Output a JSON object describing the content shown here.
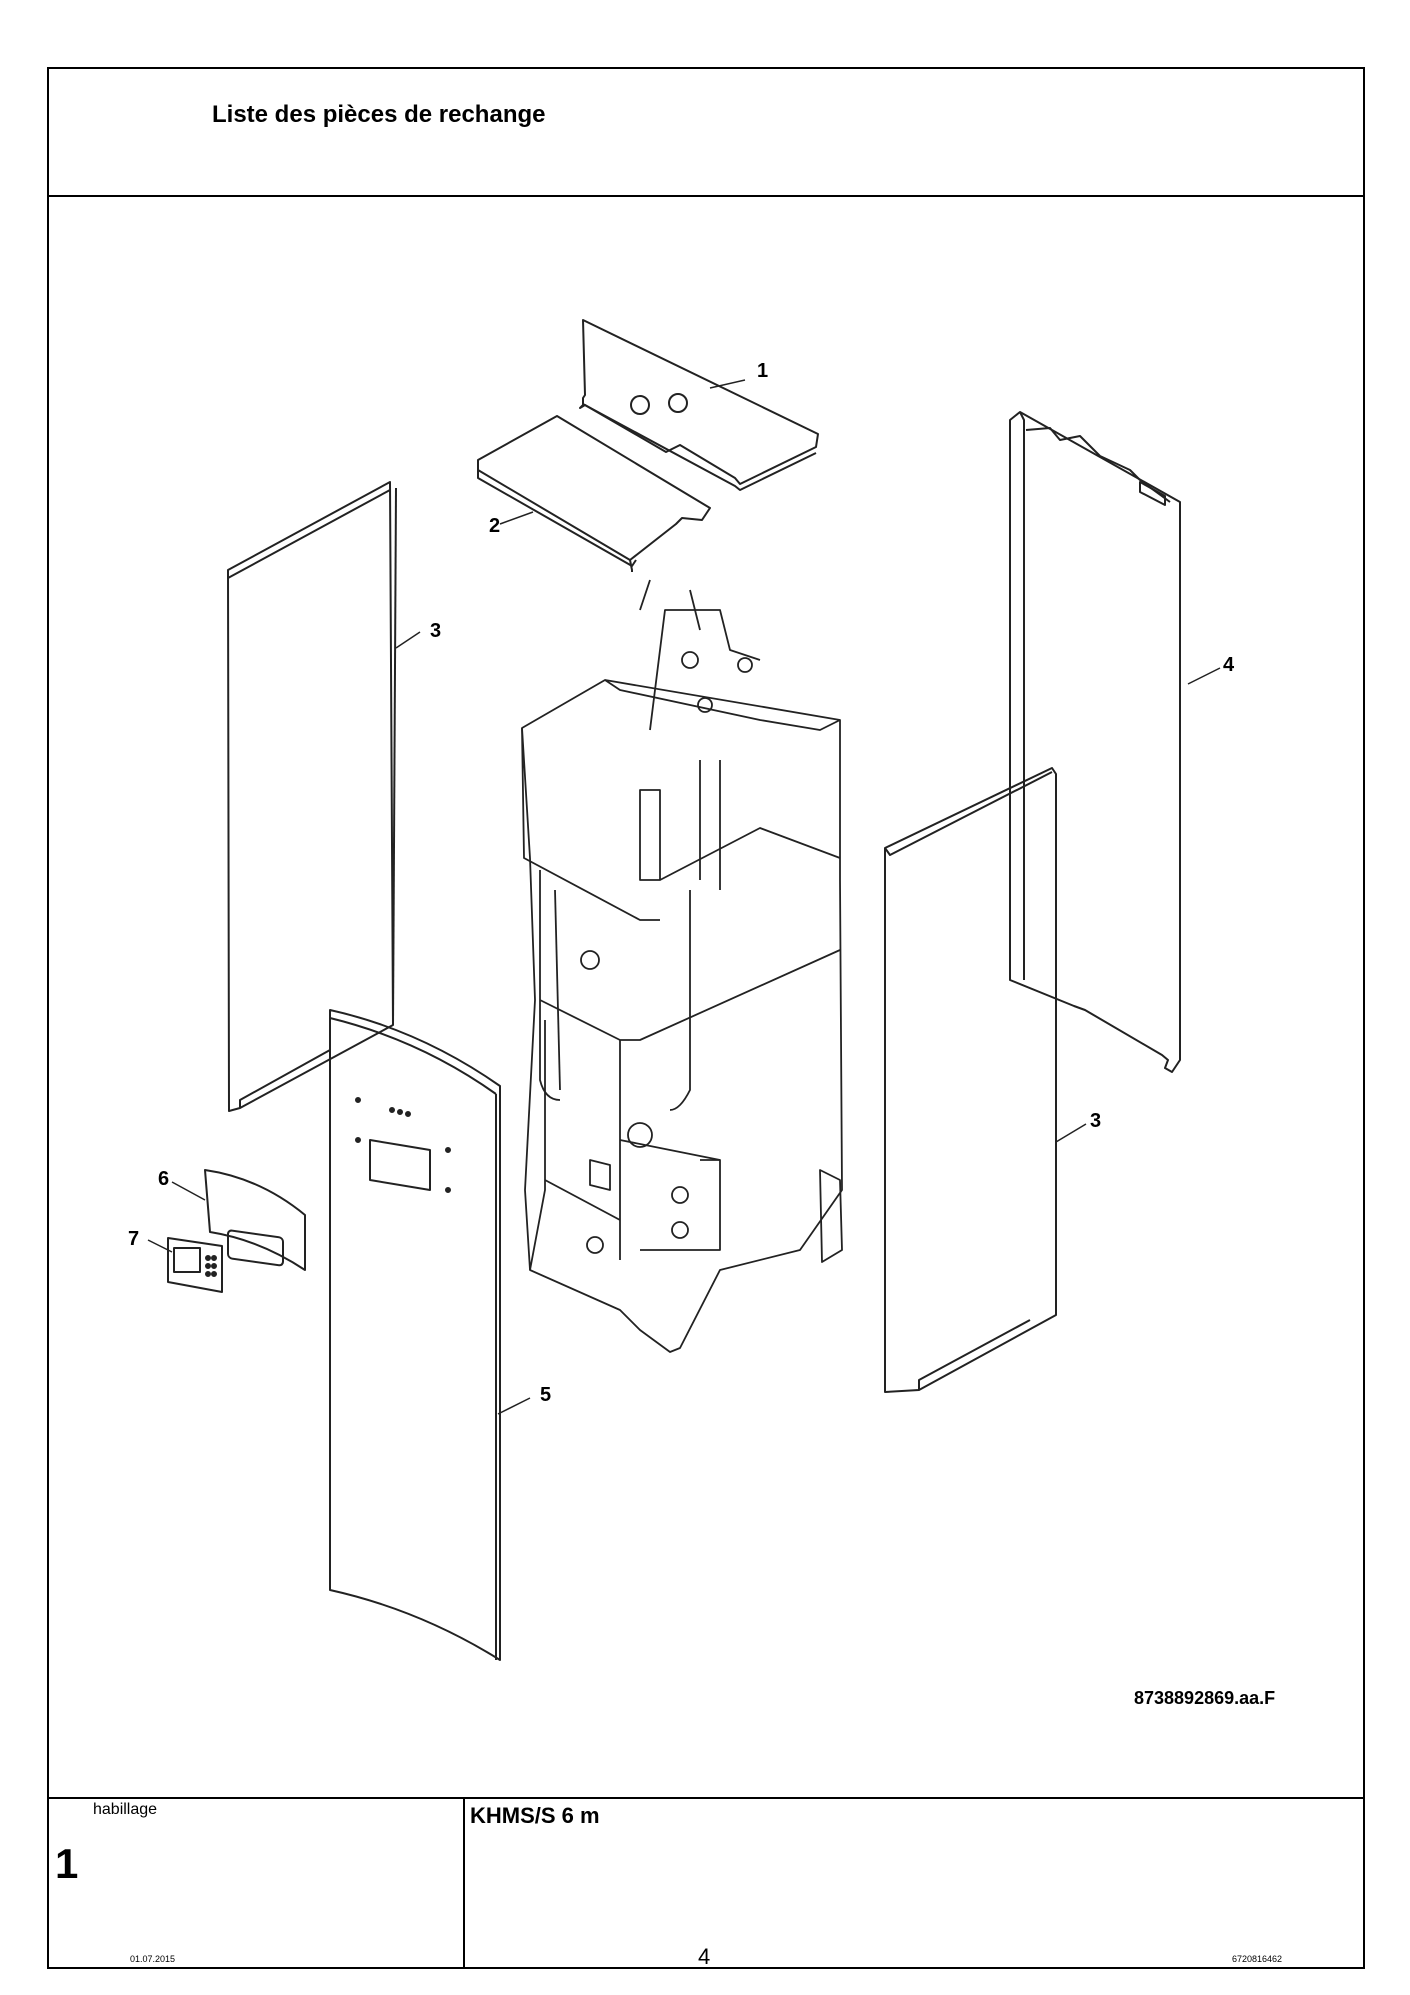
{
  "header": {
    "title": "Liste des pièces de rechange"
  },
  "drawing": {
    "callouts": [
      {
        "label": "1"
      },
      {
        "label": "2"
      },
      {
        "label": "3"
      },
      {
        "label": "4"
      },
      {
        "label": "3"
      },
      {
        "label": "5"
      },
      {
        "label": "6"
      },
      {
        "label": "7"
      }
    ],
    "reference": "8738892869.aa.F"
  },
  "title_block": {
    "section_label": "habillage",
    "section_number": "1",
    "model": "KHMS/S 6 m"
  },
  "footer": {
    "date": "01.07.2015",
    "page": "4",
    "doc_code": "6720816462"
  }
}
